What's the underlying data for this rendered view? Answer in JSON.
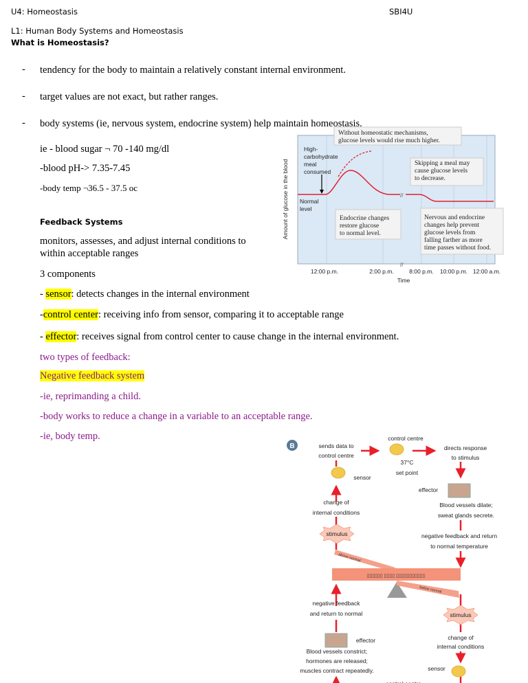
{
  "header": {
    "unit": "U4: Homeostasis",
    "course": "SBI4U",
    "lesson": "L1: Human Body Systems and Homeostasis",
    "section_title": "What is Homeostasis?"
  },
  "bullets": [
    "tendency for the body to maintain a relatively constant internal environment.",
    "target values are not exact, but rather ranges.",
    "body systems (ie, nervous system, endocrine system) help maintain homeostasis."
  ],
  "examples": {
    "sugar": "ie - blood sugar ¬ 70 -140 mg/dl",
    "ph": "-blood pH-> 7.35-7.45",
    "temp": "-body temp ¬36.5 - 37.5 oc"
  },
  "feedback": {
    "title": "Feedback Systems",
    "desc_1": "monitors, assesses, and adjust internal conditions to",
    "desc_2": "within acceptable ranges",
    "components_title": "3 components",
    "sensor_term": "sensor",
    "sensor_def": ": detects changes in the internal environment",
    "control_term": "control center",
    "control_def": ": receiving info from sensor, comparing it to acceptable range",
    "effector_term": "effector",
    "effector_def": ": receives signal from control center to cause change in the internal environment.",
    "types": "two types of feedback:",
    "negative_title": "Negative feedback system",
    "ex1": "-ie, reprimanding a child.",
    "ex2": "-body works to reduce a change in a variable to an acceptable range.",
    "ex3": "-ie, body temp."
  },
  "glucose_figure": {
    "ylabel": "Amount of glucose in the blood",
    "xlabel": "Time",
    "ticks": [
      "12:00 p.m.",
      "2:00 p.m.",
      "8:00 p.m.",
      "10:00 p.m.",
      "12:00 a.m."
    ],
    "meal_label": [
      "High-",
      "carbohydrate",
      "meal",
      "consumed"
    ],
    "normal_label": [
      "Normal",
      "level"
    ],
    "box_without": [
      "Without homeostatic mechanisms,",
      "glucose levels would rise much higher."
    ],
    "box_skipping": [
      "Skipping a meal may",
      "cause glucose levels",
      "to decrease."
    ],
    "box_endocrine": [
      "Endocrine changes",
      "restore glucose",
      "to normal level."
    ],
    "box_nervous": [
      "Nervous and endocrine",
      "changes help prevent",
      "glucose levels from",
      "falling farther as more",
      "time passes without food."
    ],
    "colors": {
      "curve": "#e02030",
      "plot_bg": "#dbe8f5",
      "box_bg": "#f3f3f3"
    }
  },
  "diagram": {
    "badge": "B",
    "sends_data": [
      "sends data to",
      "control centre"
    ],
    "control_centre": "control centre",
    "set_temp": "37°C",
    "set_point": "set point",
    "directs": [
      "directs response",
      "to stimulus"
    ],
    "effector": "effector",
    "dilate": [
      "Blood vessels dilate;",
      "sweat glands secrete."
    ],
    "neg_return_temp": [
      "negative feedback and return",
      "to normal temperature"
    ],
    "sensor": "sensor",
    "change": [
      "change of",
      "internal conditions"
    ],
    "stimulus": "stimulus",
    "above_normal": "above normal",
    "below_normal": "below normal",
    "beam_text": "▯▯▯▯▯▯ ▯▯▯▯ ▯▯▯▯▯▯▯▯▯▯▯",
    "neg_return_normal": [
      "negative feedback",
      "and return to normal"
    ],
    "constrict": [
      "Blood vessels constrict;",
      "hormones are released;",
      "muscles contract repeatedly."
    ],
    "colors": {
      "arrow": "#e8202a",
      "beam": "#f4937a",
      "brain": "#f2c94c"
    }
  }
}
